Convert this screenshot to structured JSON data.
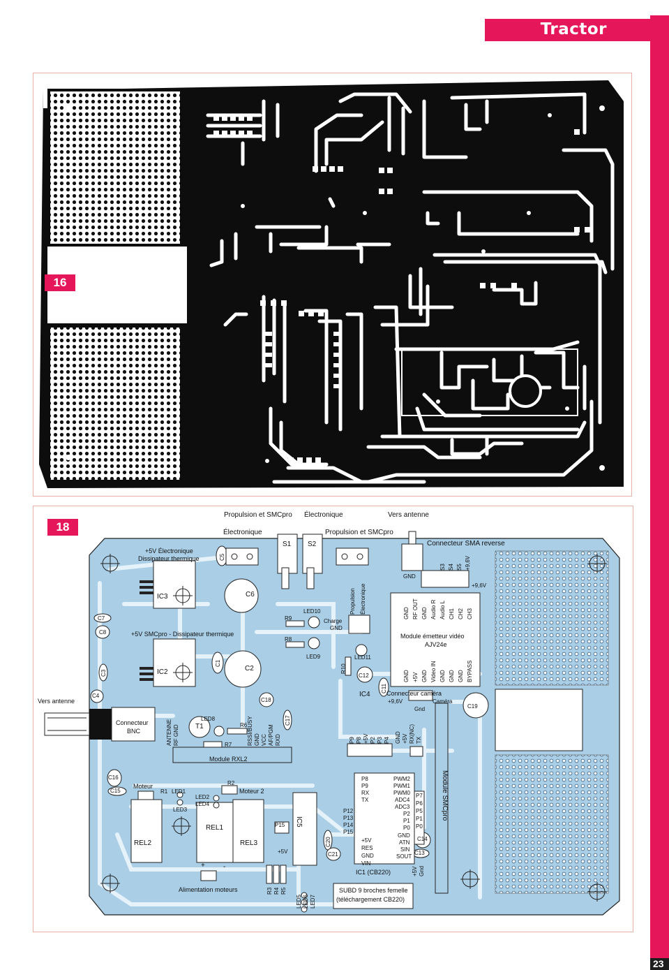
{
  "header": {
    "section_title": "Tractor",
    "page_number": "23",
    "accent_color": "#e6165a"
  },
  "figure16": {
    "number": "16"
  },
  "figure18": {
    "number": "18",
    "labels": {
      "propulsion_smcpro_top": "Propulsion et SMCpro",
      "electronique_top": "Électronique",
      "vers_antenne_top": "Vers antenne",
      "electronique_left": "Électronique",
      "propulsion_smcpro_right": "Propulsion et SMCpro",
      "connecteur_sma": "Connecteur SMA reverse",
      "s1": "S1",
      "s2": "S2",
      "s3": "S3",
      "s4": "S4",
      "s5": "S5",
      "v96_top": "+9,6V",
      "gnd_a": "GND",
      "v96_b": "+9,6V",
      "ic3_line1": "+5V Électronique",
      "ic3_line2": "Dissipateur thermique",
      "ic3": "IC3",
      "c5": "C5",
      "c6": "C6",
      "c7": "C7",
      "c8": "C8",
      "c1": "C1",
      "c2": "C2",
      "c3": "C3",
      "c4": "C4",
      "ic2": "IC2",
      "ic2_label": "+5V SMCpro - Dissipateur thermique",
      "vers_antenne_left": "Vers antenne",
      "connecteur_bnc_1": "Connecteur",
      "connecteur_bnc_2": "BNC",
      "led10": "LED10",
      "r9": "R9",
      "r8": "R8",
      "led9": "LED9",
      "charge": "Charge",
      "gnd_charge": "GND",
      "propulsion_v": "Propulsion",
      "electronique_v": "Électronique",
      "module_video": "Module émetteur vidéo",
      "ajv24e": "AJV24e",
      "v_top_pins": [
        "GND",
        "RF OUT",
        "GND",
        "Audio R",
        "Audio L",
        "CH1",
        "CH2",
        "CH3"
      ],
      "v_bot_pins": [
        "GND",
        "+5V",
        "GND",
        "Video IN",
        "GND",
        "GND",
        "GND",
        "BYPASS"
      ],
      "r10": "R10",
      "led11": "LED11",
      "c12": "C12",
      "ic4": "IC4",
      "c11": "C11",
      "connecteur_camera": "Connecteur caméra",
      "v96_cam": "+9,6V",
      "camera": "Caméra",
      "gnd_cam": "Gnd",
      "c19": "C19",
      "c18": "C18",
      "c17": "C17",
      "t1": "T1",
      "led8": "LED8",
      "r6": "R6",
      "r7": "R7",
      "antenne_v": "ANTENNE",
      "rf_gnd_v": "RF GND",
      "rxl2_pins": [
        "RSSI/BUSY",
        "GND",
        "VCC",
        "AF/PGM",
        "RXD"
      ],
      "module_rxl2": "Module RXL2",
      "p9": "P9",
      "p8": "P8",
      "v5_b": "+5V",
      "p2": "P2",
      "p3": "P3",
      "p4": "P4",
      "gnd_b": "GND",
      "v5_c": "+5V",
      "rxnc": "RX(NC)",
      "tx_b": "TX",
      "module_smcpro": "Module SMCpro",
      "c16": "C16",
      "c15": "C15",
      "moteur": "Moteur",
      "r1": "R1",
      "led1": "LED1",
      "led3": "LED3",
      "led2": "LED2",
      "led4": "LED4",
      "r2": "R2",
      "moteur2": "Moteur 2",
      "rel1": "REL1",
      "rel2": "REL2",
      "rel3": "REL3",
      "p15": "P15",
      "v5_d": "+5V",
      "ic5": "IC5",
      "ic1_left": [
        "P8",
        "P9",
        "RX",
        "TX"
      ],
      "ic1_right": [
        "PWM2",
        "PWM1",
        "PWM0",
        "ADC4",
        "ADC3",
        "P2",
        "P1",
        "P0",
        "GND",
        "ATN",
        "SIN",
        "SOUT"
      ],
      "ic1_left2": [
        "P12",
        "P13",
        "P14",
        "P15"
      ],
      "ic1_left3": [
        "+5V",
        "RES",
        "GND",
        "VIN"
      ],
      "ic1": "IC1 (CB220)",
      "p_right": [
        "P7",
        "P6",
        "P5",
        "P1",
        "P0"
      ],
      "c14": "C14",
      "c13": "C13",
      "c20": "C20",
      "c21": "C21",
      "v5_e": "+5V",
      "gnd_e": "Gnd",
      "r3": "R3",
      "r4": "R4",
      "r5": "R5",
      "led5": "LED5",
      "led6": "LED6",
      "led7": "LED7",
      "plus": "+",
      "minus": "-",
      "alimentation": "Alimentation moteurs",
      "subd_1": "SUBD 9 broches femelle",
      "subd_2": "(téléchargement CB220)"
    }
  }
}
